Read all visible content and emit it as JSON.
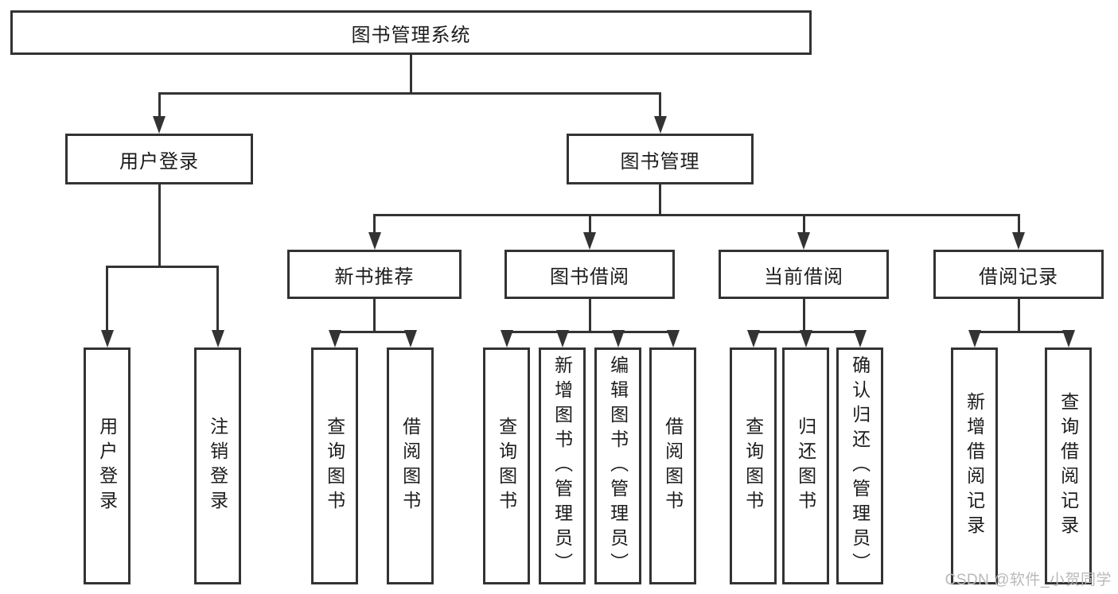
{
  "diagram_type": "hierarchy-tree",
  "nodes": {
    "root": "图书管理系统",
    "user_login": "用户登录",
    "book_mgmt": "图书管理",
    "new_book_rec": "新书推荐",
    "book_borrow": "图书借阅",
    "current_borrow": "当前借阅",
    "borrow_record": "借阅记录",
    "leaf_user_login": "用户登录",
    "leaf_logout": "注销登录",
    "leaf_rec_query_book": "查询图书",
    "leaf_rec_borrow_book": "借阅图书",
    "leaf_bb_query_book": "查询图书",
    "leaf_bb_add_book": "新增图书（管理员）",
    "leaf_bb_edit_book": "编辑图书（管理员）",
    "leaf_bb_borrow_book": "借阅图书",
    "leaf_cb_query_book": "查询图书",
    "leaf_cb_return_book": "归还图书",
    "leaf_cb_confirm_return": "确认归还（管理员）",
    "leaf_br_add_record": "新增借阅记录",
    "leaf_br_query_record": "查询借阅记录"
  },
  "tree": {
    "图书管理系统": {
      "用户登录": [
        "用户登录",
        "注销登录"
      ],
      "图书管理": {
        "新书推荐": [
          "查询图书",
          "借阅图书"
        ],
        "图书借阅": [
          "查询图书",
          "新增图书（管理员）",
          "编辑图书（管理员）",
          "借阅图书"
        ],
        "当前借阅": [
          "查询图书",
          "归还图书",
          "确认归还（管理员）"
        ],
        "借阅记录": [
          "新增借阅记录",
          "查询借阅记录"
        ]
      }
    }
  },
  "watermark": "CSDN @软件_小贺同学",
  "colors": {
    "line": "#333333",
    "text": "#1c1c1c",
    "background": "#ffffff",
    "watermark": "#b9b9b9"
  }
}
